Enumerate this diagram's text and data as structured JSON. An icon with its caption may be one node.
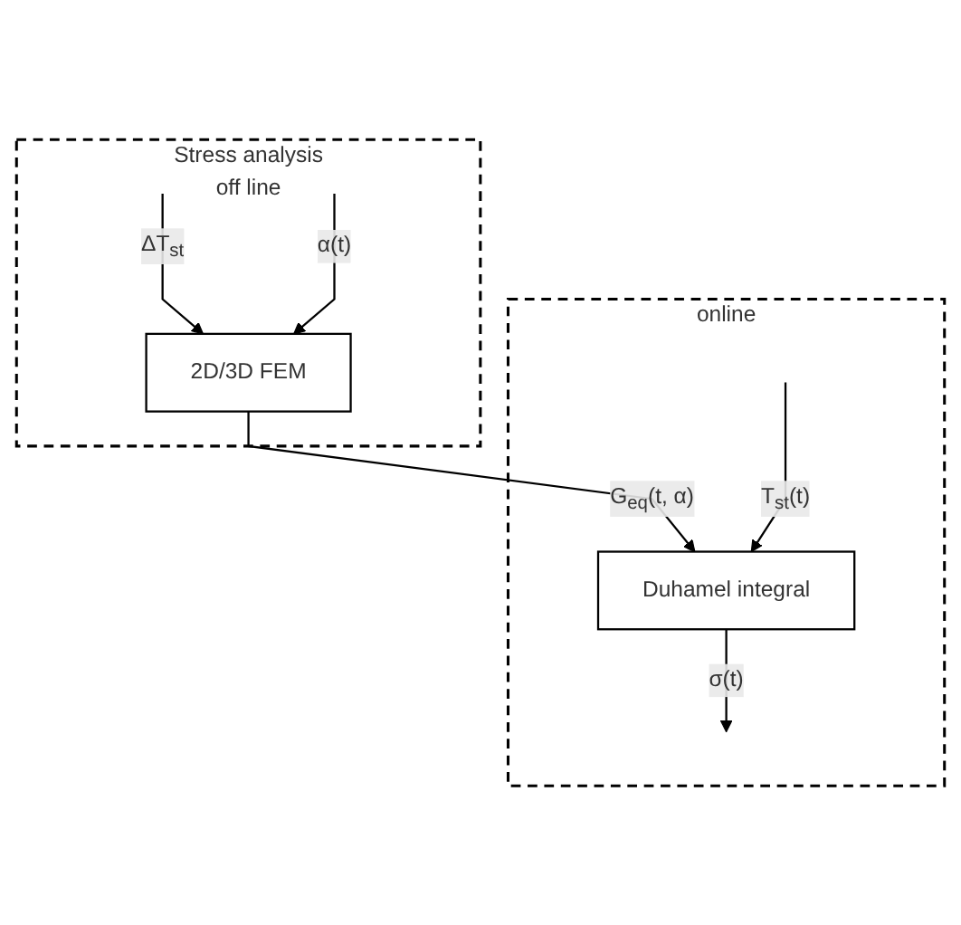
{
  "diagram": {
    "nodes": [
      {
        "text": [
          "Stress analysis",
          "off line"
        ]
      },
      {
        "text": [
          "2D/3D FEM"
        ],
        "in": 0
      },
      {
        "text": [
          "online"
        ]
      },
      {
        "text": [
          "Duhamel integral"
        ],
        "in": 2
      }
    ],
    "edges": [
      {
        "from": null,
        "to": 1,
        "arrow": "to",
        "label": "ΔT$_{st}$"
      },
      {
        "from": null,
        "to": 1,
        "arrow": "to",
        "label": "α(t)"
      },
      {
        "from": 1,
        "to": 3,
        "arrow": "to",
        "label": "G$_{eq}$(t, α)"
      },
      {
        "from": null,
        "to": 3,
        "arrow": "to",
        "label": "T$_{st}$(t)"
      },
      {
        "from": 3,
        "to": null,
        "arrow": "to",
        "label": "σ(t)"
      }
    ]
  }
}
